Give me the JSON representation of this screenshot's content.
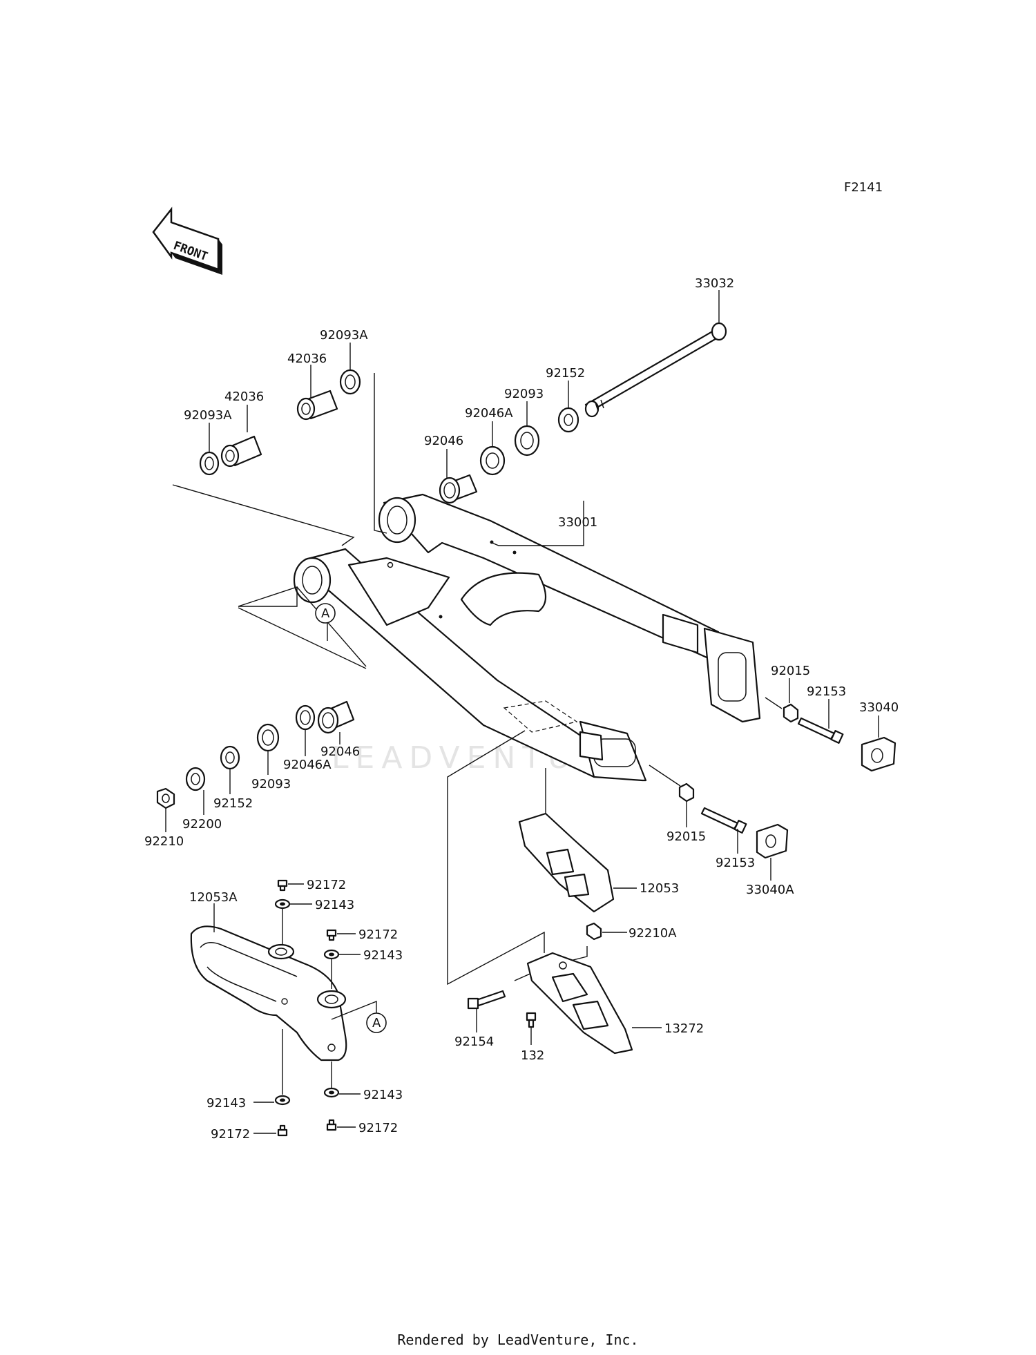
{
  "figure_code": "F2141",
  "front_label": "FRONT",
  "watermark": "LEADVENTURE",
  "footer": "Rendered by LeadVenture, Inc.",
  "callout_marker": "A",
  "parts": {
    "swingarm": "33001",
    "pivot_shaft": "33032",
    "collar_upper": "42036",
    "collar_left": "42036",
    "seal_upper": "92093A",
    "seal_left": "92093A",
    "washer_92152_top": "92152",
    "seal_92093_top": "92093",
    "spacer_92046a_top": "92046A",
    "bearing_92046_top": "92046",
    "bearing_92046_bottom": "92046",
    "spacer_92046a_bottom": "92046A",
    "seal_92093_bottom": "92093",
    "washer_92152_bottom": "92152",
    "washer_92200": "92200",
    "nut_92210": "92210",
    "nut_92015_right": "92015",
    "nut_92015_left": "92015",
    "bolt_92153_right": "92153",
    "bolt_92153_left": "92153",
    "adjuster_33040": "33040",
    "adjuster_33040a": "33040A",
    "chain_guide_12053": "12053",
    "chain_slipper_12053a": "12053A",
    "screw_92172_a": "92172",
    "washer_92143_a": "92143",
    "screw_92172_b": "92172",
    "washer_92143_b": "92143",
    "washer_92143_c": "92143",
    "washer_92143_d": "92143",
    "screw_92172_c": "92172",
    "screw_92172_d": "92172",
    "nut_92210a": "92210A",
    "guide_13272": "13272",
    "bolt_92154": "92154",
    "bolt_132": "132"
  }
}
